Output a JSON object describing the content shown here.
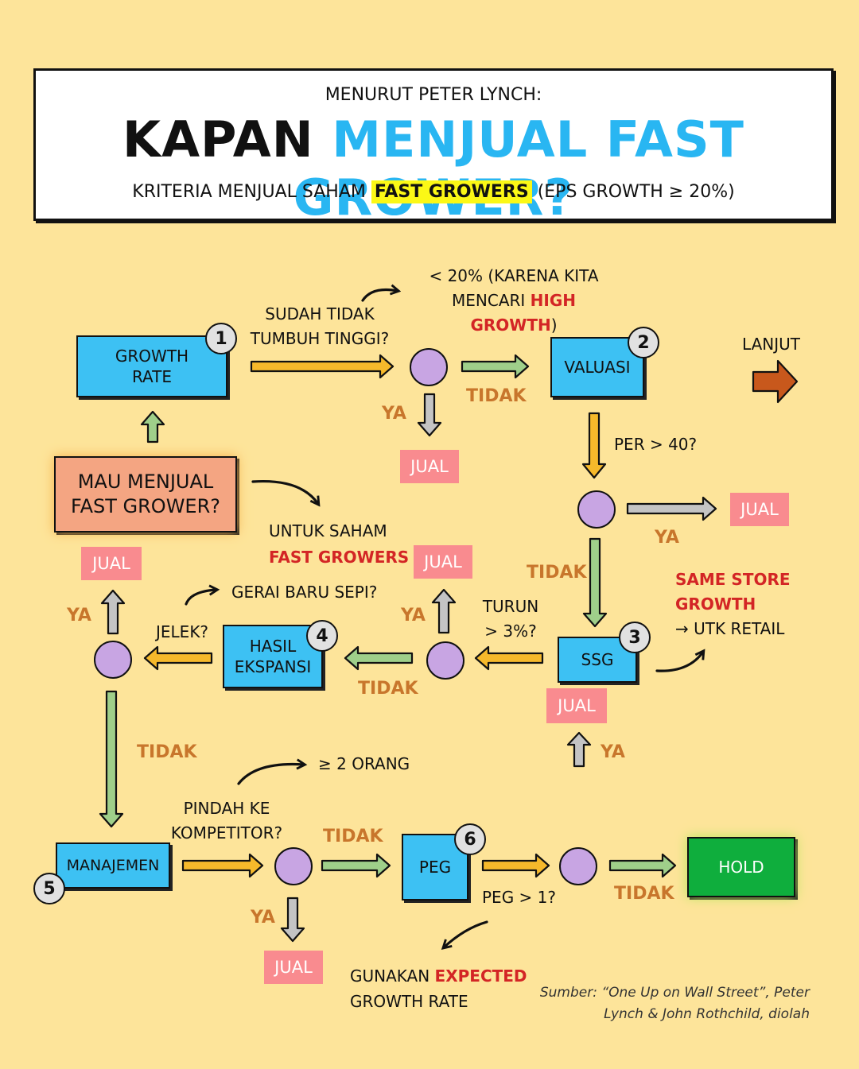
{
  "header": {
    "kicker": "MENURUT PETER LYNCH:",
    "title_black": "KAPAN",
    "title_blue": "MENJUAL FAST GROWER?",
    "subtitle_pre": "KRITERIA MENJUAL SAHAM",
    "subtitle_highlight": "FAST GROWERS",
    "subtitle_post": "(EPS GROWTH ≥ 20%)"
  },
  "nodes": {
    "start": "MAU MENJUAL FAST GROWER?",
    "growth_rate": "GROWTH RATE",
    "valuasi": "VALUASI",
    "ssg": "SSG",
    "hasil_ekspansi": "HASIL EKSPANSI",
    "manajemen": "MANAJEMEN",
    "peg": "PEG",
    "hold": "HOLD"
  },
  "numbers": [
    "1",
    "2",
    "3",
    "4",
    "5",
    "6"
  ],
  "questions": {
    "q1": "SUDAH TIDAK TUMBUH TINGGI?",
    "q1_note_pre": "< 20% (KARENA KITA MENCARI",
    "q1_note_red": "HIGH GROWTH",
    "q1_note_post": ")",
    "q2": "PER > 40?",
    "q3": "TURUN > 3%?",
    "q4": "JELEK?",
    "q4_note": "GERAI BARU SEPI?",
    "q5": "PINDAH KE KOMPETITOR?",
    "q5_note": "≥ 2 ORANG",
    "q6": "PEG > 1?",
    "lanjut": "LANJUT",
    "untuk_pre": "UNTUK SAHAM",
    "untuk_red": "FAST GROWERS",
    "ssg_note_red": "SAME STORE GROWTH",
    "ssg_note": "→ UTK RETAIL",
    "peg_note_pre": "GUNAKAN",
    "peg_note_red": "EXPECTED",
    "peg_note_post": "GROWTH RATE"
  },
  "answers": {
    "ya": "YA",
    "tidak": "TIDAK",
    "jual": "JUAL"
  },
  "source": {
    "line1": "Sumber: “One Up on Wall Street”, Peter",
    "line2": "Lynch & John Rothchild, diolah"
  },
  "colors": {
    "background": "#fde49a",
    "box_blue": "#3dc1f3",
    "jual_pink": "#f98b8f",
    "decision_purple": "#c8a5e3",
    "arrow_yellow": "#f6b92b",
    "arrow_green": "#9fcf8a",
    "arrow_gray": "#c4c4c4",
    "arrow_brown": "#c8581c",
    "hold_green": "#0fae3d",
    "title_blue": "#29b6f2"
  }
}
